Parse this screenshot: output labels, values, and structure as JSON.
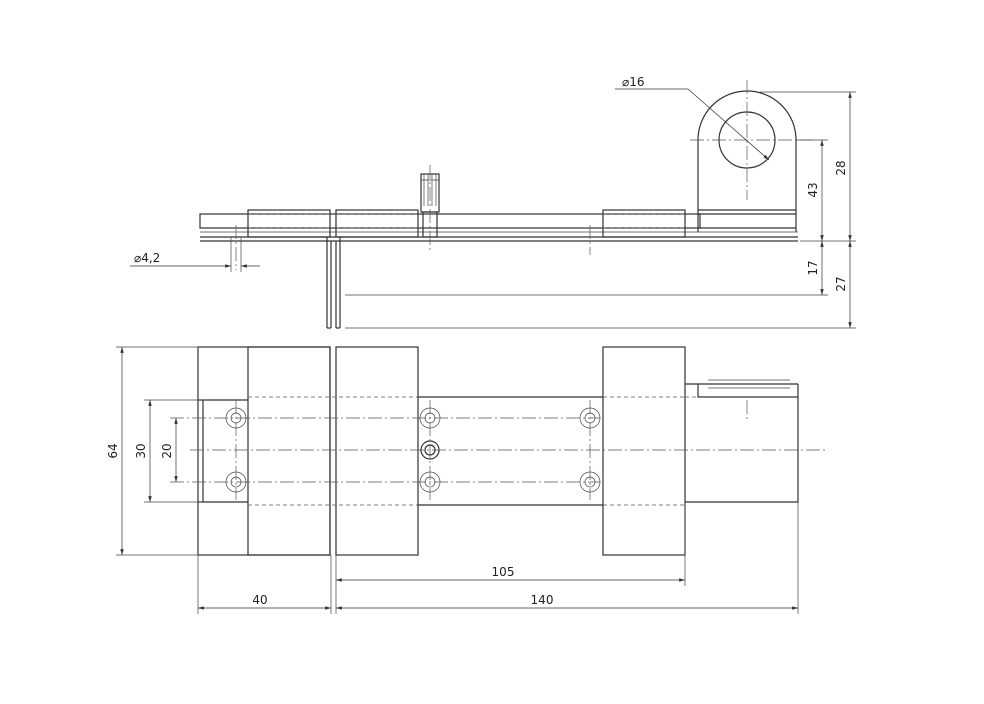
{
  "dimensions": {
    "d16": "⌀16",
    "d4_2": "⌀4,2",
    "v28": "28",
    "v43": "43",
    "v17": "17",
    "v27": "27",
    "v64": "64",
    "v30": "30",
    "v20": "20",
    "h105": "105",
    "h40": "40",
    "h140": "140"
  },
  "colors": {
    "line": "#333333",
    "background": "#ffffff"
  }
}
